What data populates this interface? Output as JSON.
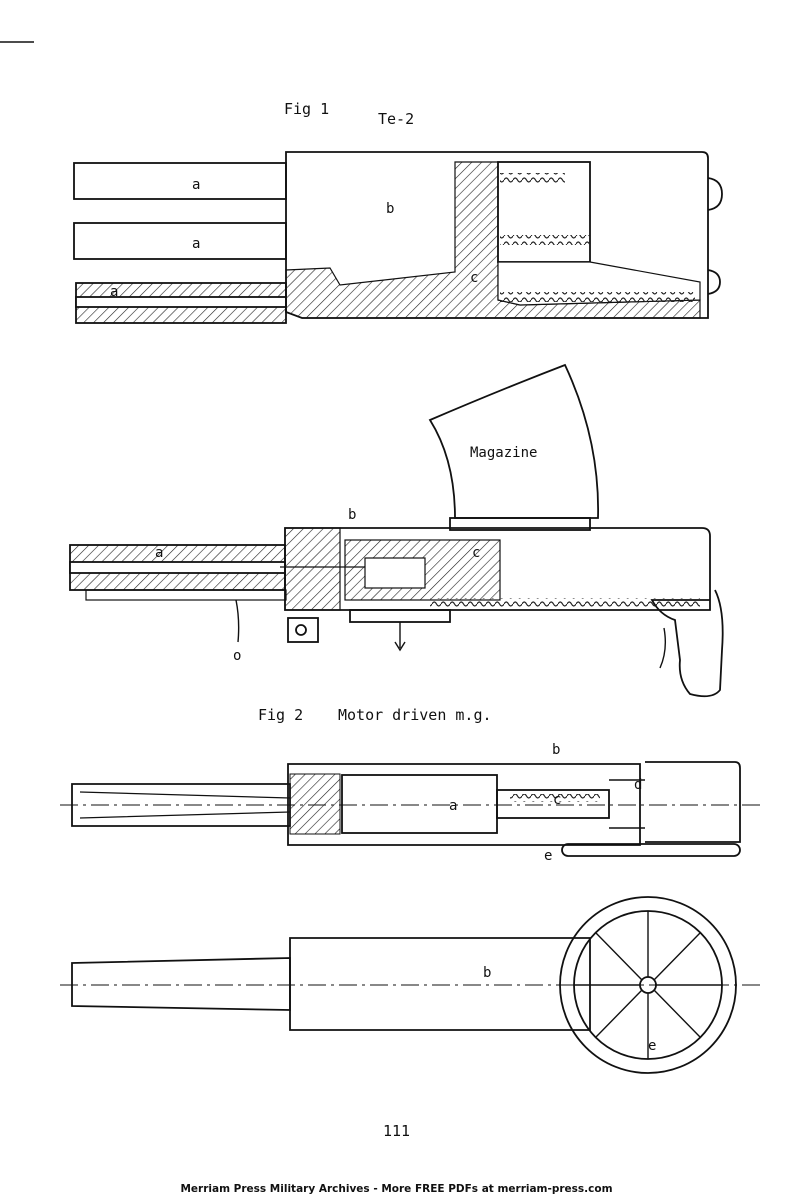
{
  "figure1": {
    "caption": "Fig 1",
    "subtitle": "Te-2",
    "labels": {
      "a1": "a",
      "a2": "a",
      "a3": "a",
      "b": "b",
      "c": "c"
    }
  },
  "figure_magazine": {
    "magazine_label": "Magazine",
    "labels": {
      "a": "a",
      "b": "b",
      "c": "c",
      "o": "o",
      "o_low": "O"
    }
  },
  "figure2": {
    "caption": "Fig 2",
    "subtitle": "Motor driven m.g.",
    "labels": {
      "a": "a",
      "b": "b",
      "c": "c",
      "d": "d",
      "e": "e"
    }
  },
  "figure3": {
    "labels": {
      "b": "b",
      "e": "e"
    }
  },
  "page_number": "111",
  "footer": "Merriam Press Military Archives - More FREE PDFs at merriam-press.com",
  "colors": {
    "ink": "#111111",
    "paper": "#ffffff"
  }
}
